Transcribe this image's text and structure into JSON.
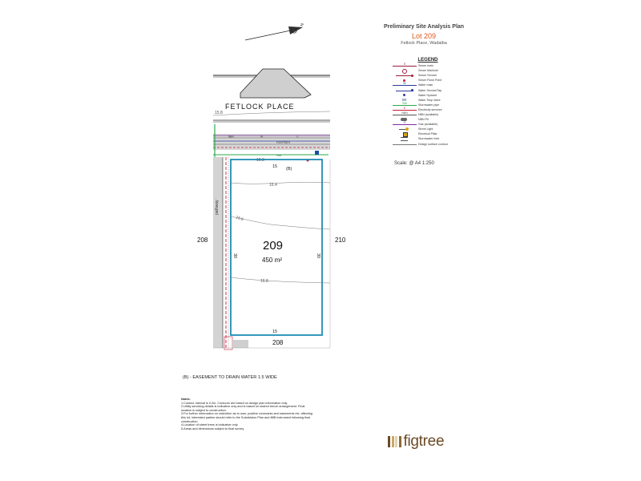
{
  "title": {
    "heading": "Preliminary Site Analysis Plan",
    "lot": "Lot 209",
    "address": "Fetlock Place, Wadalba"
  },
  "legend": {
    "title": "LEGEND",
    "items": [
      {
        "label": "Sewer main",
        "code": "S",
        "color": "#9c1c3a",
        "symbol": "line"
      },
      {
        "label": "Sewer Manhole",
        "code": "",
        "color": "#9c1c3a",
        "symbol": "circle"
      },
      {
        "label": "Sewer Service",
        "code": "",
        "color": "#9c1c3a",
        "symbol": "service-line"
      },
      {
        "label": "Sewer Flush Point",
        "code": "",
        "color": "#c81e3a",
        "symbol": "dot"
      },
      {
        "label": "Water main",
        "code": "W",
        "color": "#2a3a9c",
        "symbol": "line"
      },
      {
        "label": "Water Service/Tap",
        "code": "",
        "color": "#2a3a9c",
        "symbol": "service-line"
      },
      {
        "label": "Water Hydrant",
        "code": "",
        "color": "#2a3a9c",
        "symbol": "dot"
      },
      {
        "label": "Water Stop Valve",
        "code": "",
        "color": "#2a3a9c",
        "symbol": "valve"
      },
      {
        "label": "Stormwater pipe",
        "code": "SW",
        "color": "#2ea84a",
        "symbol": "line"
      },
      {
        "label": "Electricity services",
        "code": "E",
        "color": "#c81e3a",
        "symbol": "line"
      },
      {
        "label": "NBN (available)",
        "code": "NBN",
        "color": "#555555",
        "symbol": "line"
      },
      {
        "label": "NBN Pit",
        "code": "",
        "color": "#666666",
        "symbol": "pit"
      },
      {
        "label": "Gas (available)",
        "code": "G",
        "color": "#7d2fa0",
        "symbol": "line"
      },
      {
        "label": "Street Light",
        "code": "",
        "color": "#d8a418",
        "symbol": "light"
      },
      {
        "label": "Electrical Pillar",
        "code": "",
        "color": "#d8a418",
        "symbol": "pillar"
      },
      {
        "label": "Stormwater Inlet",
        "code": "",
        "color": "#555555",
        "symbol": "inlet"
      },
      {
        "label": "Design surface contour",
        "code": "",
        "color": "#777777",
        "symbol": "plain"
      }
    ]
  },
  "scale": "Scale:  @ A4 1:250",
  "plan": {
    "north": "N",
    "street": "FETLOCK PLACE",
    "lot_number": "209",
    "area": "450 m²",
    "lot_left": "208",
    "lot_right": "210",
    "lot_bottom": "208",
    "dim_front": "15",
    "dim_rear": "15",
    "dim_left": "30",
    "dim_right": "30",
    "easement_marker": "(B)",
    "pathway": "pathway",
    "footpath": "FOOTPATH",
    "contours": {
      "c1": "15.8",
      "c2": "16.3",
      "c3": "16.4",
      "c4": "16.6",
      "c5": "16.8"
    },
    "service_codes": {
      "nbn": "NBN",
      "water": "W",
      "sewer_water": "SW",
      "gas": "G"
    }
  },
  "easement_note": "(B) - EASEMENT TO DRAIN WATER 1.5 WIDE",
  "notes": {
    "heading": "Notes:",
    "lines": [
      "1.Contour interval is 0.2m. Contours are based on design plan information only.",
      "2.Utility servicing details is indicative only and is based on shared trench arrangement. Final location is subject to construction.",
      "3.For further information on restriction as to user, positive covenants and easements etc. affecting this lot, interested parties should refer to the Subdivision Plan and 88B Instrument following final construction.",
      "4.Location of street trees is indicative only.",
      "5.Areas and dimensions subject to final survey."
    ]
  },
  "brand": {
    "name": "figtree",
    "bar_colors": [
      "#6b4a25",
      "#c9a86a",
      "#e5d4a8",
      "#8c6a3a"
    ]
  },
  "colors": {
    "lot_boundary": "#1f8cb4",
    "street_fill": "#d9d9d9",
    "contour": "#666666"
  }
}
